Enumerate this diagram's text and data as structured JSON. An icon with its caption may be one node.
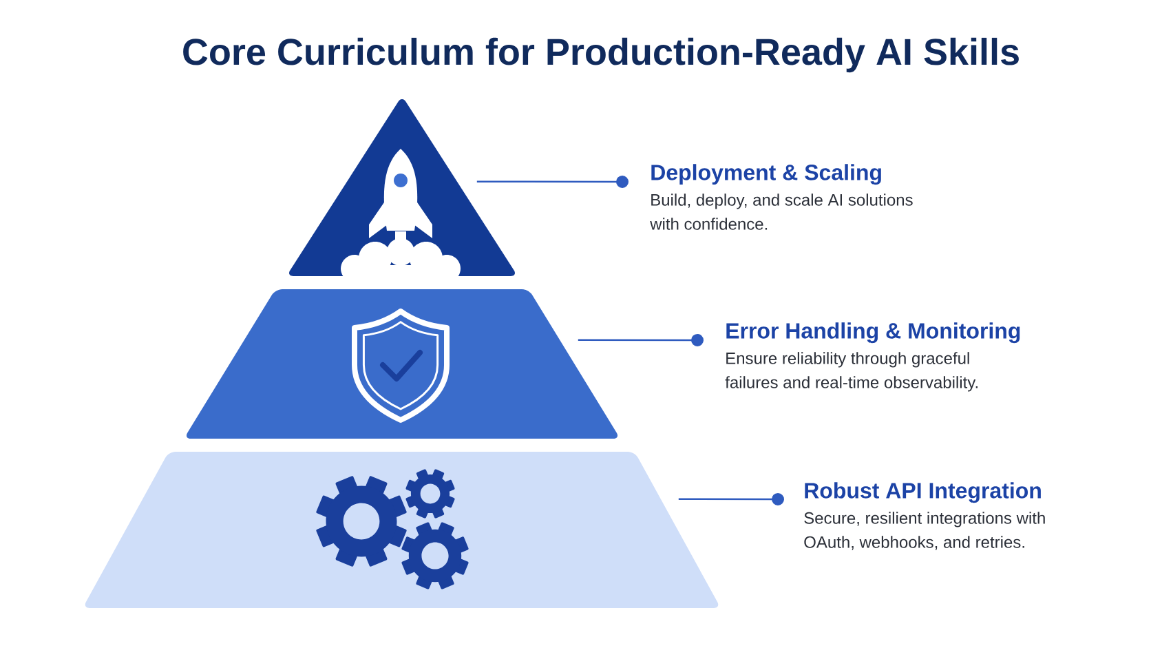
{
  "diagram": {
    "title": "Core Curriculum for Production-Ready AI Skills",
    "nodes": [
      {
        "text": [],
        "shape": "triangle"
      },
      {
        "text": [
          "Deployment & Scaling",
          "Build, deploy, and scale AI solutions with confidence."
        ]
      },
      {
        "text": [],
        "shape": "trapezoid"
      },
      {
        "text": [
          "Error Handling & Monitoring",
          "Ensure reliability through graceful failures and real-time observability."
        ]
      },
      {
        "text": [],
        "shape": "trapezoid"
      },
      {
        "text": [
          "Robust API Integration",
          "Secure, resilient integrations with OAuth, webhooks, and retries."
        ]
      }
    ],
    "edges": [
      {
        "from": 0,
        "to": 1,
        "arrow": "other"
      },
      {
        "from": 2,
        "to": 3,
        "arrow": "other"
      },
      {
        "from": 4,
        "to": 5,
        "arrow": "other"
      }
    ]
  }
}
